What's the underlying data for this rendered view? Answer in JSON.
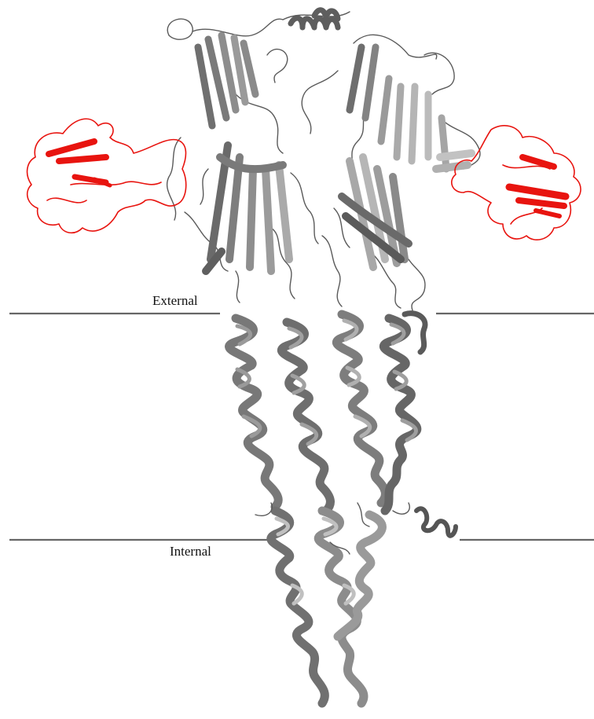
{
  "labels": {
    "external": "External",
    "internal": "Internal"
  },
  "colors": {
    "background": "#ffffff",
    "membrane_line": "#666666",
    "protein_dark": "#6e6e6e",
    "protein_mid": "#8f8f8f",
    "protein_light": "#b4b4b4",
    "bound_domain": "#e8140f"
  },
  "icons": {
    "protein": "pentameric-ion-channel-ribbon",
    "bound_domain": "red-beta-sheet-domain"
  }
}
